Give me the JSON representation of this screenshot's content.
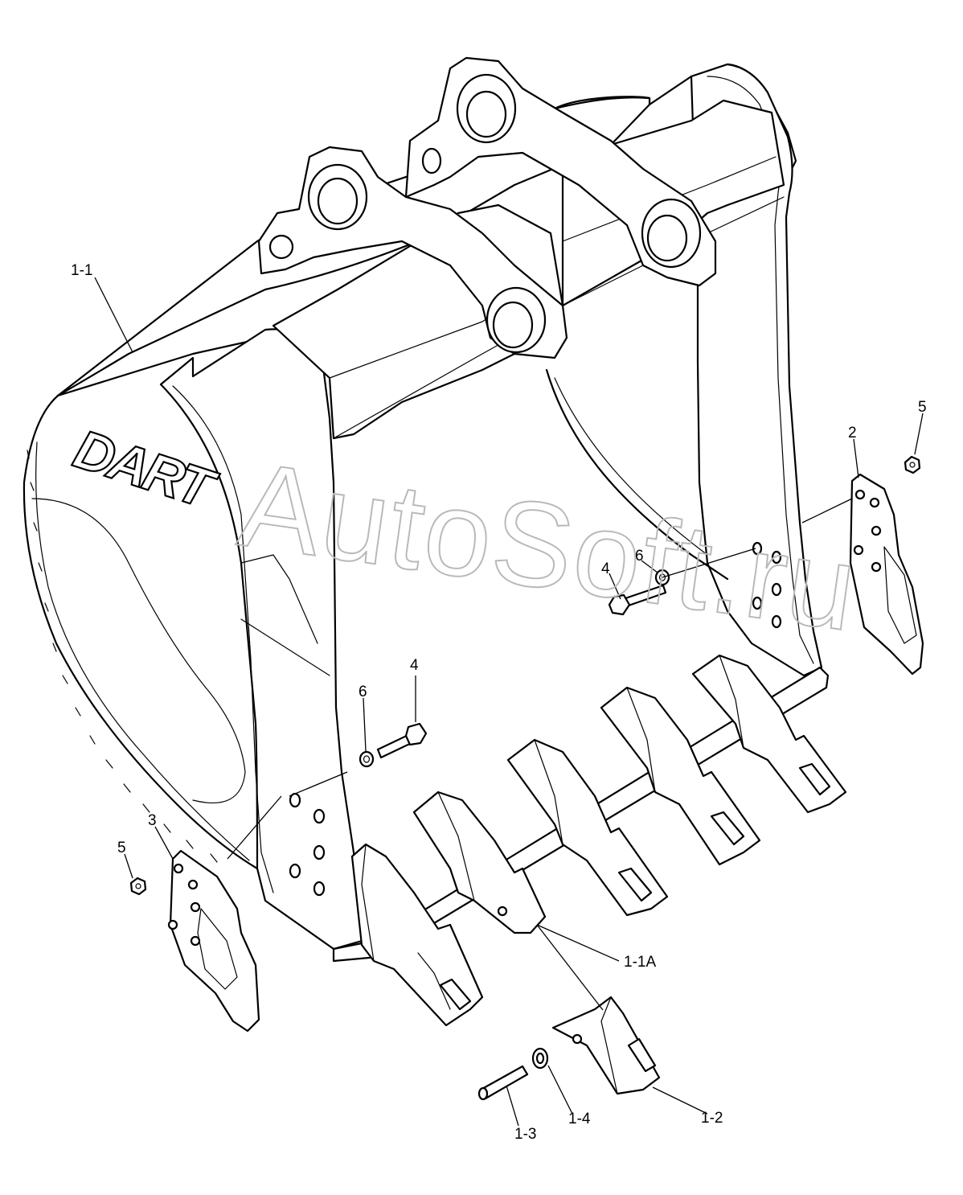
{
  "brand_logo": "DART",
  "watermark": "AutoSoft.ru",
  "callouts": {
    "bucket": "1-1",
    "tooth_adapter": "1-1A",
    "tooth_point": "1-2",
    "retainer_pin": "1-3",
    "retainer_washer": "1-4",
    "side_cutter_right": "2",
    "side_cutter_left": "3",
    "bolt_upper": "4",
    "bolt_lower": "4",
    "nut_right": "5",
    "nut_left": "5",
    "washer_upper": "6",
    "washer_lower": "6"
  }
}
